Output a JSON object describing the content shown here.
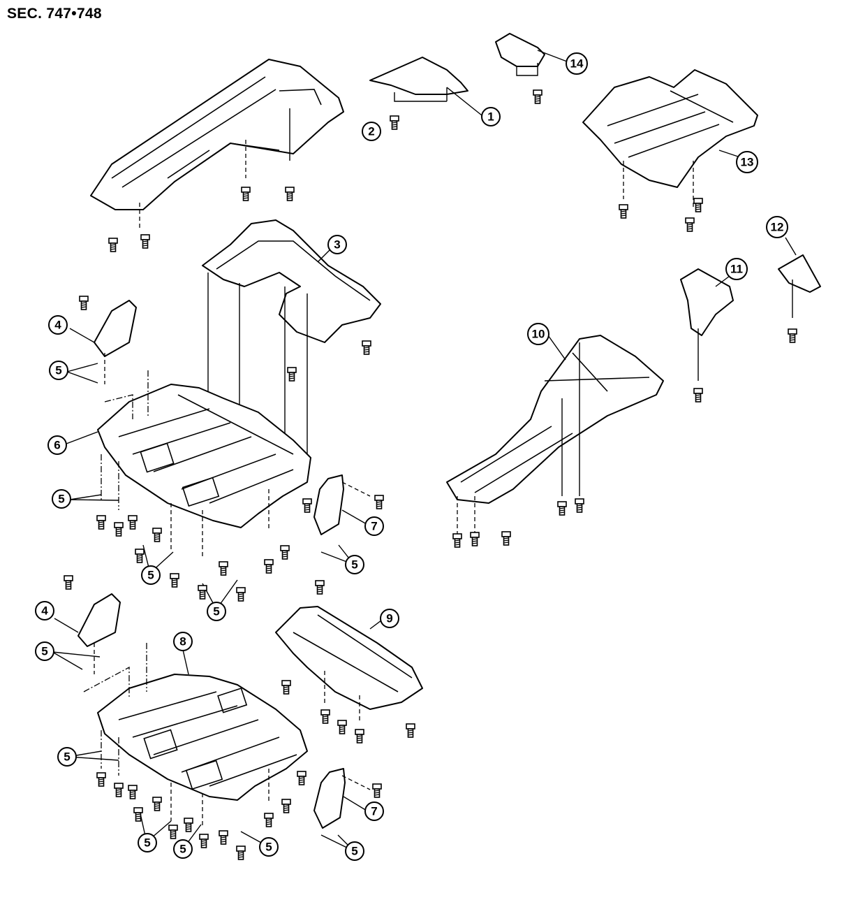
{
  "header": {
    "section": "SEC. 747•748"
  },
  "callouts": [
    {
      "id": "c1",
      "label": "1"
    },
    {
      "id": "c2",
      "label": "2"
    },
    {
      "id": "c3",
      "label": "3"
    },
    {
      "id": "c4a",
      "label": "4"
    },
    {
      "id": "c4b",
      "label": "4"
    },
    {
      "id": "c5a",
      "label": "5"
    },
    {
      "id": "c5b",
      "label": "5"
    },
    {
      "id": "c5c",
      "label": "5"
    },
    {
      "id": "c5d",
      "label": "5"
    },
    {
      "id": "c5e",
      "label": "5"
    },
    {
      "id": "c5f",
      "label": "5"
    },
    {
      "id": "c5g",
      "label": "5"
    },
    {
      "id": "c5h",
      "label": "5"
    },
    {
      "id": "c5i",
      "label": "5"
    },
    {
      "id": "c5j",
      "label": "5"
    },
    {
      "id": "c5k",
      "label": "5"
    },
    {
      "id": "c6",
      "label": "6"
    },
    {
      "id": "c7a",
      "label": "7"
    },
    {
      "id": "c7b",
      "label": "7"
    },
    {
      "id": "c8",
      "label": "8"
    },
    {
      "id": "c9",
      "label": "9"
    },
    {
      "id": "c10",
      "label": "10"
    },
    {
      "id": "c11",
      "label": "11"
    },
    {
      "id": "c12",
      "label": "12"
    },
    {
      "id": "c13",
      "label": "13"
    },
    {
      "id": "c14",
      "label": "14"
    }
  ]
}
